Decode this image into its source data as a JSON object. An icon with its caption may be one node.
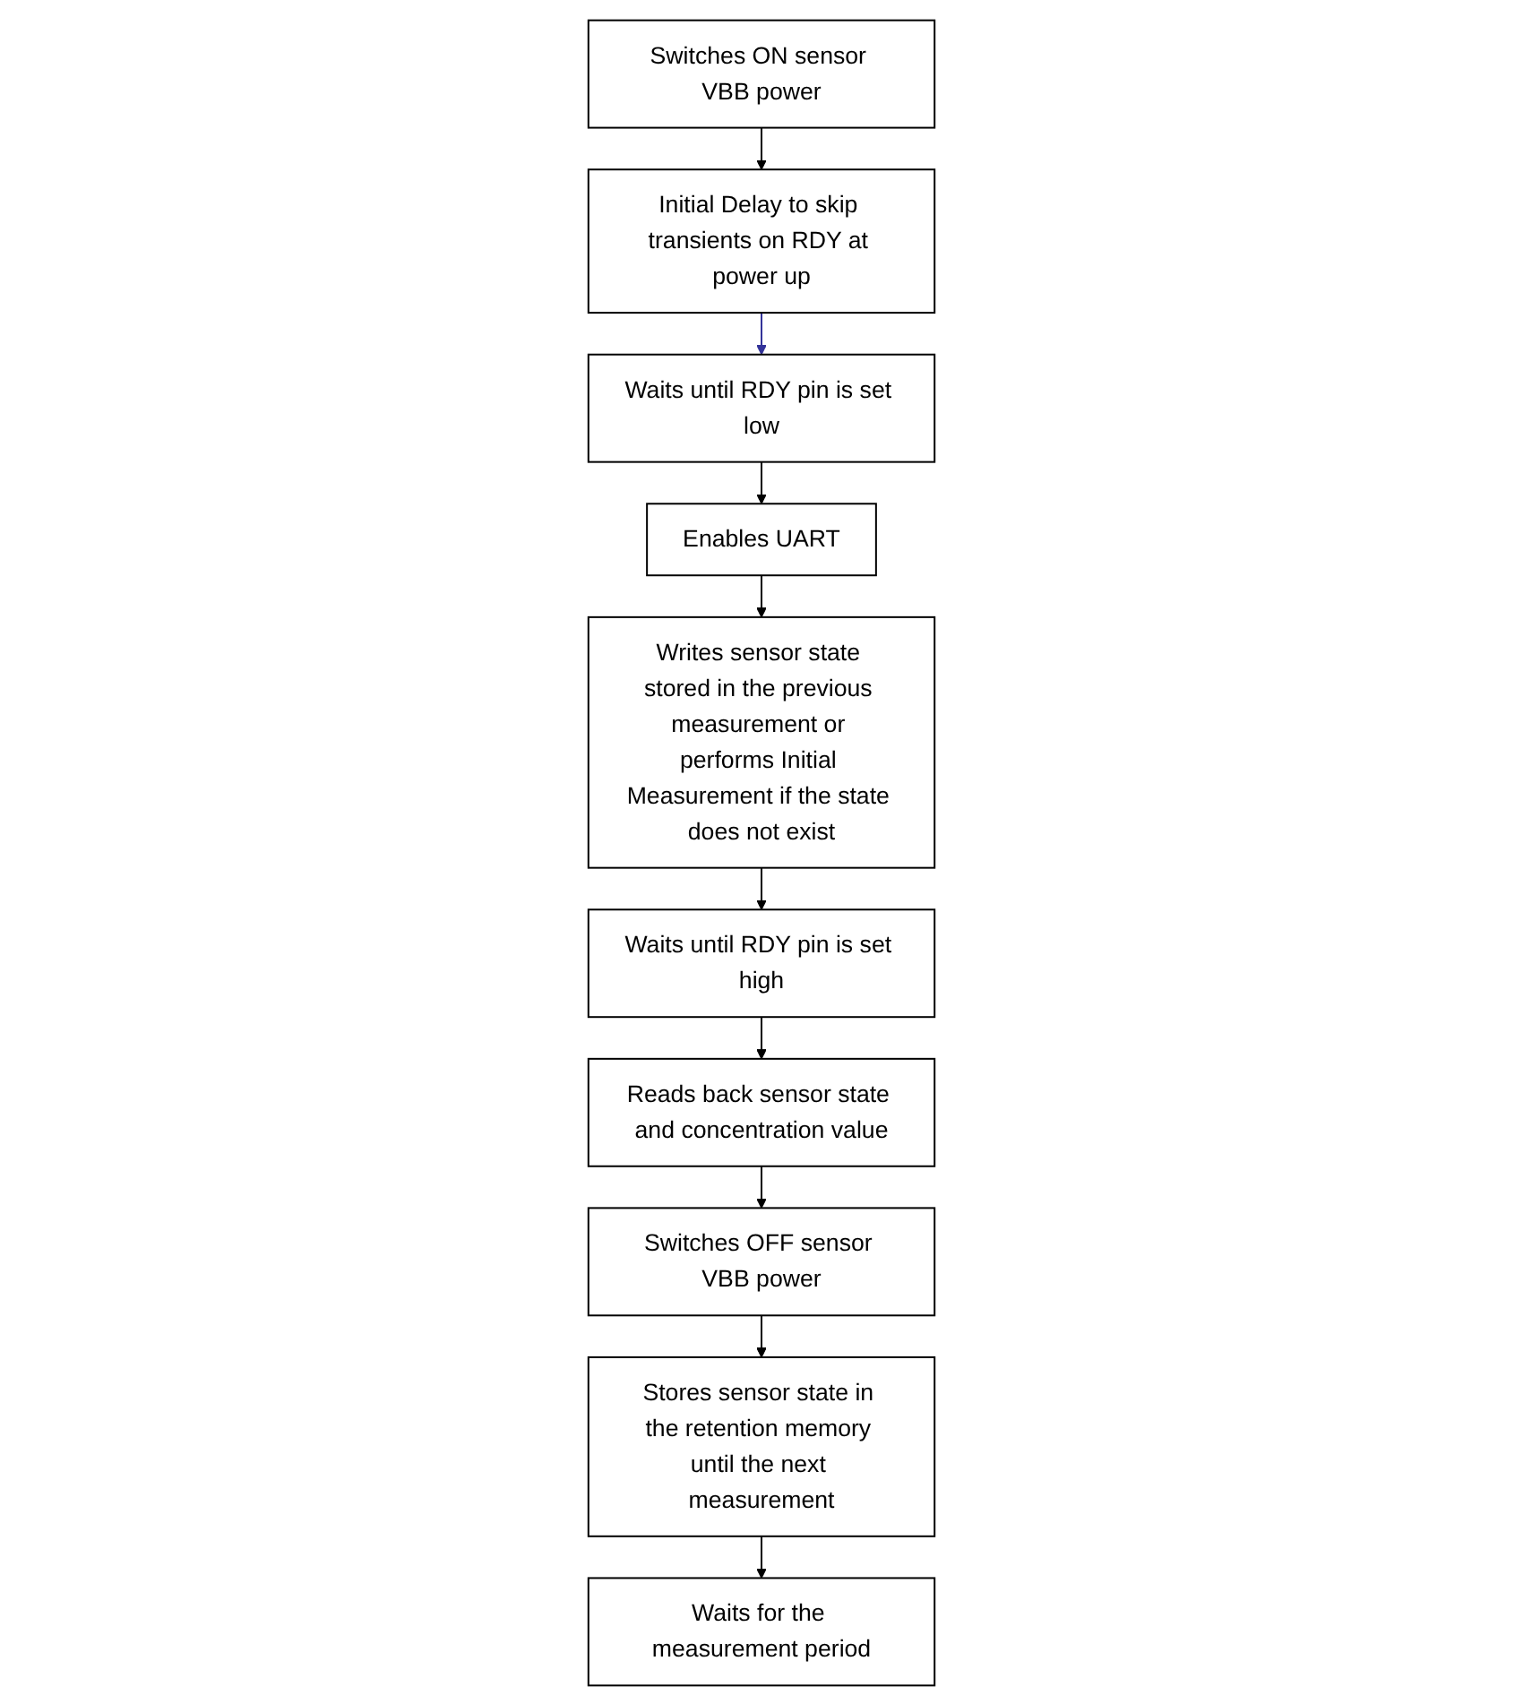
{
  "diagram": {
    "nodes": [
      {
        "text": [
          "Switches ON sensor VBB power"
        ]
      },
      {
        "text": [
          "Initial Delay to skip transients on RDY at power up"
        ]
      },
      {
        "text": [
          "Waits until RDY pin is set low"
        ]
      },
      {
        "text": [
          "Enables UART"
        ]
      },
      {
        "text": [
          "Writes sensor state stored in the previous measurement or performs Initial Measurement if the state does not exist"
        ]
      },
      {
        "text": [
          "Waits until RDY pin is set high"
        ]
      },
      {
        "text": [
          "Reads back sensor state and concentration value"
        ]
      },
      {
        "text": [
          "Switches OFF sensor VBB power"
        ]
      },
      {
        "text": [
          "Stores sensor state in the retention memory until the next measurement"
        ]
      },
      {
        "text": [
          "Waits for the measurement period"
        ]
      }
    ],
    "edges": [
      {
        "from": 0,
        "to": 1,
        "arrow": "to"
      },
      {
        "from": 1,
        "to": 2,
        "arrow": "to",
        "color": "#333399"
      },
      {
        "from": 2,
        "to": 3,
        "arrow": "to"
      },
      {
        "from": 3,
        "to": 4,
        "arrow": "to"
      },
      {
        "from": 4,
        "to": 5,
        "arrow": "to"
      },
      {
        "from": 5,
        "to": 6,
        "arrow": "to"
      },
      {
        "from": 6,
        "to": 7,
        "arrow": "to"
      },
      {
        "from": 7,
        "to": 8,
        "arrow": "to"
      },
      {
        "from": 8,
        "to": 9,
        "arrow": "to"
      }
    ]
  }
}
